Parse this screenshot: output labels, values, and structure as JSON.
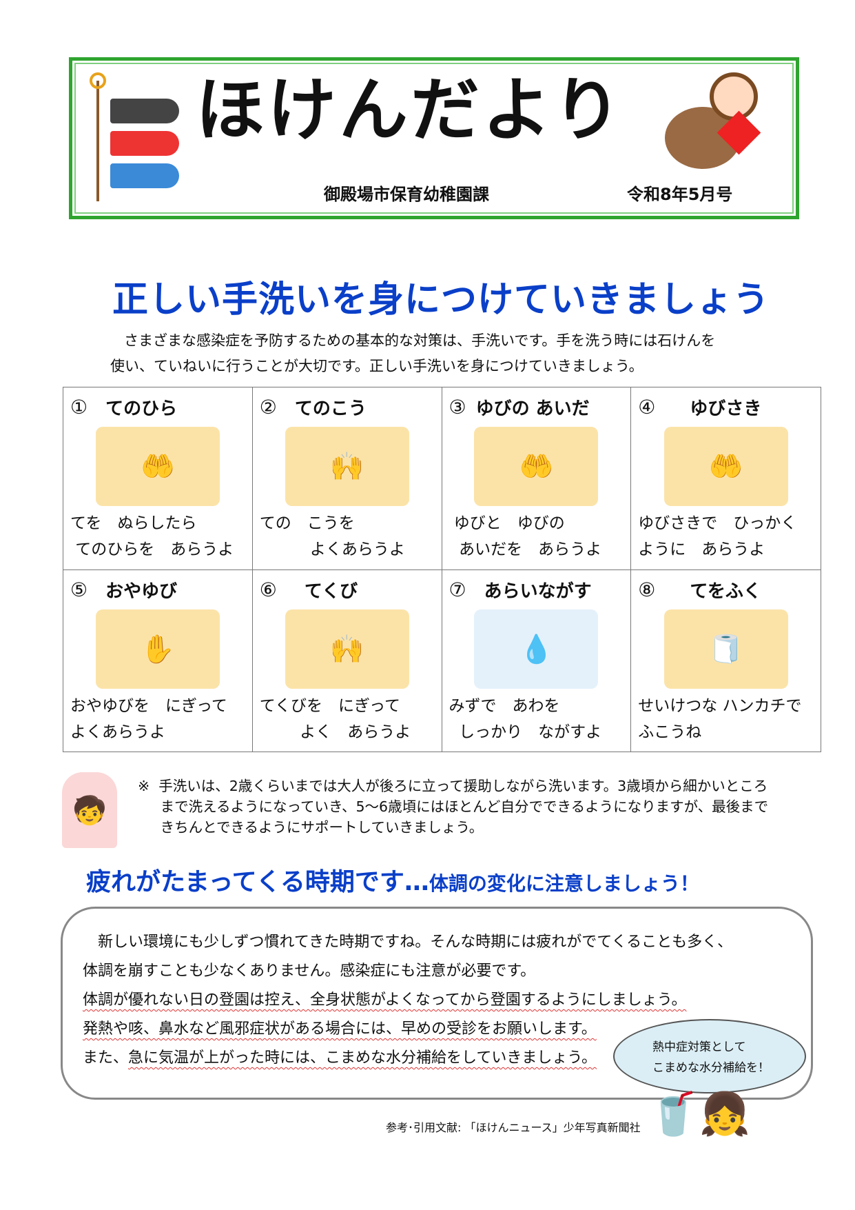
{
  "header": {
    "title": "ほけんだより",
    "department": "御殿場市保育幼稚園課",
    "issue": "令和8年5月号"
  },
  "handwashing": {
    "heading": "正しい手洗いを身につけていきましょう",
    "intro": [
      "さまざまな感染症を予防するための基本的な対策は、手洗いです。手を洗う時には石けんを",
      "使い、ていねいに行うことが大切です。正しい手洗いを身につけていきましょう。"
    ],
    "steps": [
      {
        "num": "①",
        "title": "てのひら",
        "caption": "てを　ぬらしたら\n てのひらを　あらうよ"
      },
      {
        "num": "②",
        "title": "てのこう",
        "caption": "ての　こうを\n          よくあらうよ"
      },
      {
        "num": "③",
        "title": "ゆびの あいだ",
        "caption": " ゆびと　ゆびの\n  あいだを　あらうよ"
      },
      {
        "num": "④",
        "title": "ゆびさき",
        "caption": "ゆびさきで　ひっかく\nように　あらうよ"
      },
      {
        "num": "⑤",
        "title": "おやゆび",
        "caption": "おやゆびを　にぎって\nよくあらうよ"
      },
      {
        "num": "⑥",
        "title": "てくび",
        "caption": "てくびを　にぎって\n        よく　あらうよ"
      },
      {
        "num": "⑦",
        "title": "あらいながす",
        "caption": "みずで　あわを\n  しっかり　ながすよ"
      },
      {
        "num": "⑧",
        "title": "てをふく",
        "caption": "せいけつな ハンカチで\nふこうね"
      }
    ],
    "note": "※  手洗いは、2歳くらいまでは大人が後ろに立って援助しながら洗います。3歳頃から細かいところ\n     まで洗えるようになっていき、5～6歳頃にはほとんど自分でできるようになりますが、最後まで\n     きちんとできるようにサポートしていきましょう。"
  },
  "fatigue": {
    "heading": "疲れがたまってくる時期です…",
    "subheading": "体調の変化に注意しましょう！",
    "lines": [
      "　新しい環境にも少しずつ慣れてきた時期ですね。そんな時期には疲れがでてくることも多く、",
      "体調を崩すことも少なくありません。感染症にも注意が必要です。",
      "体調が優れない日の登園は控え、全身状態がよくなってから登園するようにしましょう。",
      "発熱や咳、鼻水など風邪症状がある場合には、早めの受診をお願いします。",
      "また、",
      "急に気温が上がった時には、こまめな水分補給をしていきましょう。"
    ],
    "bubble": [
      "熱中症対策として",
      "こまめな水分補給を！"
    ]
  },
  "citation": "参考･引用文献: 「ほけんニュース」少年写真新聞社"
}
